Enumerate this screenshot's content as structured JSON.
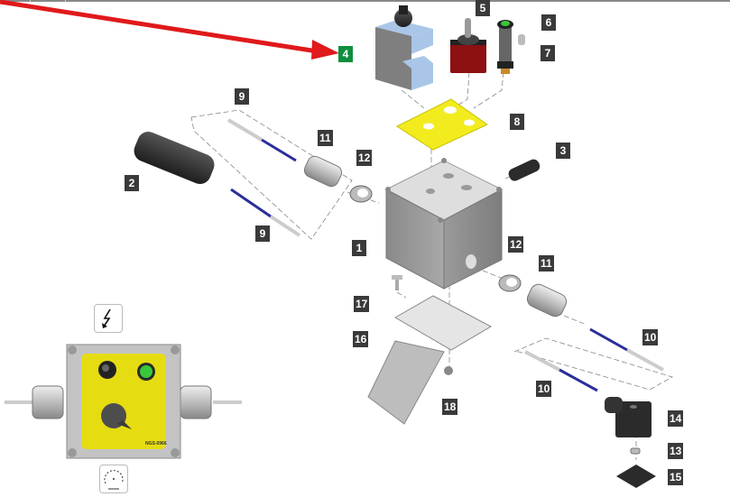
{
  "title": "Exploded parts diagram - control box assembly",
  "highlight_color": "#0d8f3e",
  "label_color": "#3a3a3a",
  "arrow_color": "#e0191b",
  "callouts": [
    {
      "id": "4",
      "part": "bracket-with-knob",
      "highlighted": true
    },
    {
      "id": "5",
      "part": "toggle-switch"
    },
    {
      "id": "6",
      "part": "indicator-lamp"
    },
    {
      "id": "7",
      "part": "lamp-bulb"
    },
    {
      "id": "8",
      "part": "yellow-front-plate"
    },
    {
      "id": "9",
      "part": "wire-lead-top"
    },
    {
      "id": "9",
      "part": "wire-lead-bottom"
    },
    {
      "id": "11",
      "part": "cable-gland-left"
    },
    {
      "id": "12",
      "part": "lock-nut-left"
    },
    {
      "id": "2",
      "part": "connector-plug"
    },
    {
      "id": "3",
      "part": "black-cap"
    },
    {
      "id": "1",
      "part": "enclosure-box"
    },
    {
      "id": "12",
      "part": "lock-nut-right"
    },
    {
      "id": "11",
      "part": "cable-gland-right"
    },
    {
      "id": "17",
      "part": "screw"
    },
    {
      "id": "16",
      "part": "mounting-bracket"
    },
    {
      "id": "18",
      "part": "nut"
    },
    {
      "id": "10",
      "part": "wire-lead-right-top"
    },
    {
      "id": "10",
      "part": "wire-lead-right-bottom"
    },
    {
      "id": "14",
      "part": "valve-connector"
    },
    {
      "id": "13",
      "part": "connector-screw"
    },
    {
      "id": "15",
      "part": "connector-gasket"
    }
  ],
  "preview": {
    "top_icon": "electric-hazard-icon",
    "bottom_icon": "dial-scale-icon",
    "panel_code": "NGS-0966"
  }
}
